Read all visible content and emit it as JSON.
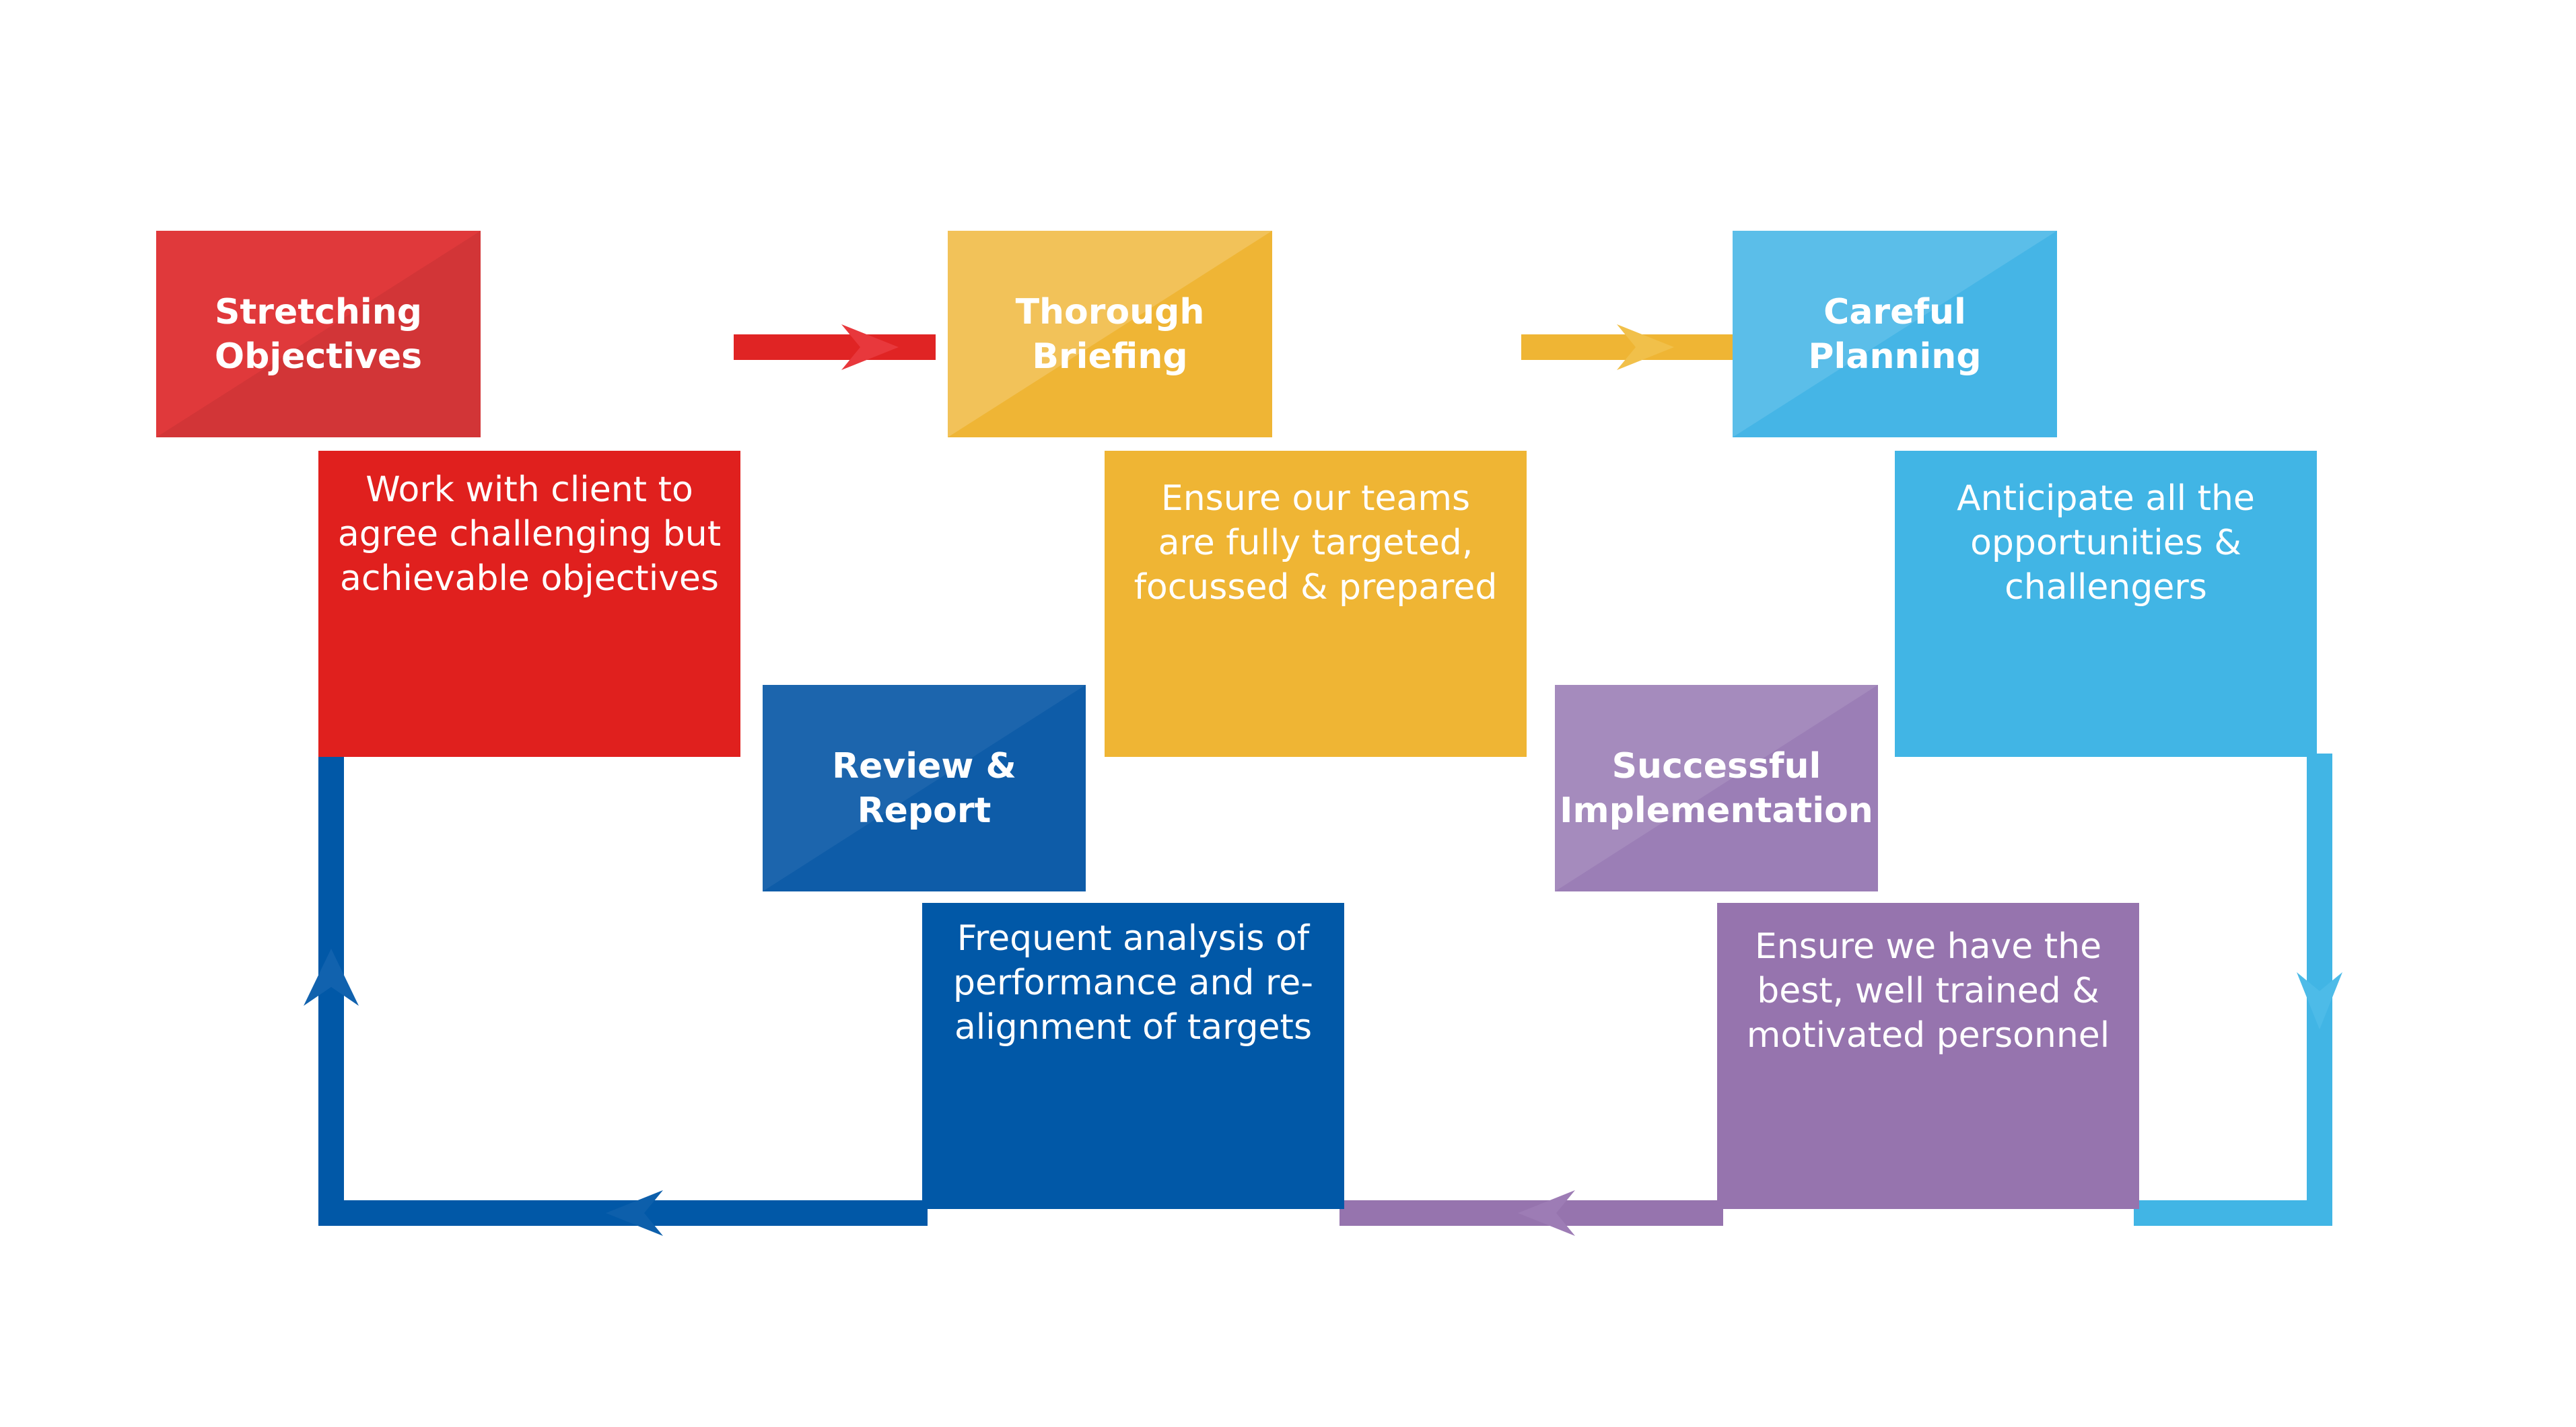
{
  "stages": [
    {
      "title": "Stretching\nObjectives",
      "description": "Work with client to\nagree challenging but\nachievable objectives",
      "color": "#e0201e"
    },
    {
      "title": "Thorough\nBriefing",
      "description": "Ensure our teams\nare fully targeted,\nfocussed & prepared",
      "color": "#efb534"
    },
    {
      "title": "Careful\nPlanning",
      "description": "Anticipate all the\nopportunities &\nchallengers",
      "color": "#41b5e5"
    },
    {
      "title": "Successful\nImplementation",
      "description": "Ensure we have the\nbest, well trained &\nmotivated personnel",
      "color": "#9674ae"
    },
    {
      "title": "Review &\nReport",
      "description": "Frequent analysis of\nperformance and re-\nalignment of targets",
      "color": "#0158a7"
    }
  ],
  "cycle_order": [
    "Stretching Objectives",
    "Thorough Briefing",
    "Careful Planning",
    "Successful Implementation",
    "Review & Report"
  ]
}
